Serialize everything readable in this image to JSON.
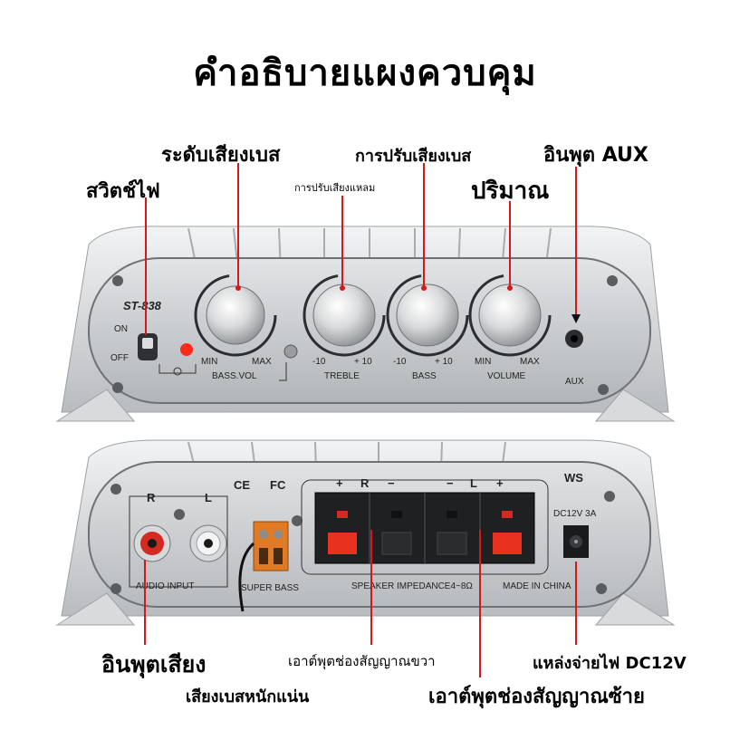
{
  "title": "คำอธิบายแผงควบคุม",
  "callouts": {
    "bass_level": "ระดับเสียงเบส",
    "bass_adjust": "การปรับเสียงเบส",
    "aux_input": "อินพุต AUX",
    "power_switch": "สวิตช์ไฟ",
    "treble_adjust": "การปรับเสียงแหลม",
    "volume": "ปริมาณ",
    "audio_input": "อินพุตเสียง",
    "right_output": "เอาต์พุตช่องสัญญาณขวา",
    "power_supply": "แหล่งจ่ายไฟ DC12V",
    "super_bass": "เสียงเบสหนักแน่น",
    "left_output": "เอาต์พุตช่องสัญญาณซ้าย"
  },
  "front_panel": {
    "model": "ST-838",
    "switch_on": "ON",
    "switch_off": "OFF",
    "bassvol_min": "MIN",
    "bassvol_max": "MAX",
    "bassvol_name": "BASS.VOL",
    "treble_min": "-10",
    "treble_max": "+ 10",
    "treble_name": "TREBLE",
    "bass_min": "-10",
    "bass_max": "+ 10",
    "bass_name": "BASS",
    "volume_min": "MIN",
    "volume_max": "MAX",
    "volume_name": "VOLUME",
    "aux_name": "AUX"
  },
  "rear_panel": {
    "ce_mark": "CE",
    "fc_mark": "FC",
    "rca_r": "R",
    "rca_l": "L",
    "audio_input": "AUDIO INPUT",
    "super_bass": "SUPER BASS",
    "plus1": "+",
    "r_label": "R",
    "minus1": "−",
    "minus2": "−",
    "l_label": "L",
    "plus2": "+",
    "impedance": "SPEAKER IMPEDANCE4~8Ω",
    "made_in": "MADE IN CHINA",
    "ws": "WS",
    "dc_rating": "DC12V 3A"
  },
  "colors": {
    "callout_line": "#d21a1a",
    "panel": "#cfd1d3",
    "knob": "#e8e9ea",
    "speaker_red": "#e8321f",
    "terminal_orange": "#e07a25",
    "led": "#ff2a1a"
  }
}
